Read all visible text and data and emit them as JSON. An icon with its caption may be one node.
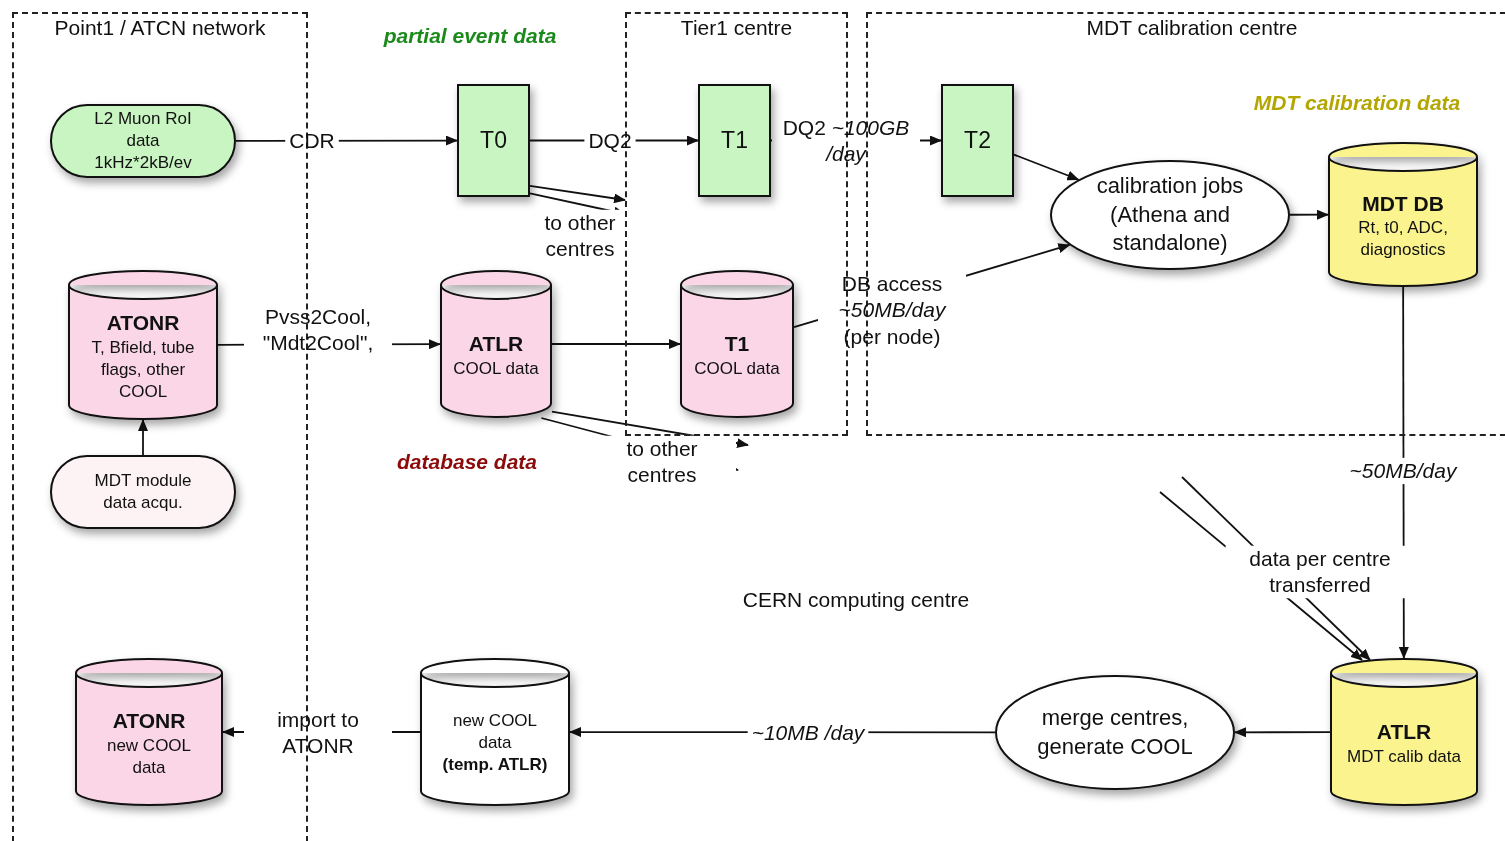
{
  "diagram": {
    "nodes": [
      {
        "text": [
          "Point1 / ATCN network"
        ]
      },
      {
        "text": [
          "Tier1 centre"
        ]
      },
      {
        "text": [
          "MDT calibration centre"
        ]
      },
      {
        "text": [
          "L2 Muon RoI data 1kHz*2kB/ev"
        ],
        "in": 0
      },
      {
        "text": [
          "T0"
        ]
      },
      {
        "text": [
          "T1"
        ],
        "in": 1
      },
      {
        "text": [
          "T2"
        ],
        "in": 2
      },
      {
        "text": [
          "calibration jobs (Athena and standalone)"
        ],
        "in": 2
      },
      {
        "text": [
          "MDT DB",
          "Rt, t0, ADC, diagnostics"
        ],
        "in": 2
      },
      {
        "text": [
          "ATONR",
          "T, Bfield, tube flags, other COOL"
        ],
        "in": 0
      },
      {
        "text": [
          "ATLR",
          "COOL data"
        ]
      },
      {
        "text": [
          "T1",
          "COOL data"
        ],
        "in": 1
      },
      {
        "text": [
          "MDT module data acqu."
        ],
        "in": 0
      },
      {
        "text": [
          "ATONR",
          "new COOL data"
        ],
        "in": 0
      },
      {
        "text": [
          "new COOL data",
          "(temp. ATLR)"
        ]
      },
      {
        "text": [
          "merge centres, generate COOL"
        ]
      },
      {
        "text": [
          "ATLR",
          "MDT calib data"
        ]
      }
    ],
    "edges": [
      {
        "from": 3,
        "to": 4,
        "arrow": "to",
        "label": "CDR"
      },
      {
        "from": 4,
        "to": 5,
        "arrow": "to",
        "label": "DQ2"
      },
      {
        "from": 5,
        "to": 6,
        "arrow": "to",
        "label": "DQ2 *~100GB /day*"
      },
      {
        "from": 4,
        "to": 1,
        "arrow": "to",
        "label": "to other centres"
      },
      {
        "from": 4,
        "to": 1,
        "arrow": "to"
      },
      {
        "from": 10,
        "to": 1,
        "arrow": "to",
        "label": "to other centres"
      },
      {
        "from": 10,
        "to": 1,
        "arrow": "to"
      },
      {
        "from": 6,
        "to": 7,
        "arrow": "to"
      },
      {
        "from": 11,
        "to": 7,
        "arrow": "to",
        "label": "DB access *~50MB/day* (per node)"
      },
      {
        "from": 7,
        "to": 8,
        "arrow": "to"
      },
      {
        "from": 9,
        "to": 10,
        "arrow": "to",
        "label": "Pvss2Cool, \"Mdt2Cool\","
      },
      {
        "from": 10,
        "to": 11,
        "arrow": "to"
      },
      {
        "from": 12,
        "to": 9,
        "arrow": "to"
      },
      {
        "from": 8,
        "to": 16,
        "arrow": "to",
        "label": "*~50MB/day*"
      },
      {
        "from": null,
        "to": 16,
        "arrow": "to",
        "label": "data per centre transferred"
      },
      {
        "from": null,
        "to": 16,
        "arrow": "to"
      },
      {
        "from": 16,
        "to": 15,
        "arrow": "to"
      },
      {
        "from": 15,
        "to": 14,
        "arrow": "to",
        "label": "*~10MB /day*"
      },
      {
        "from": 14,
        "to": 13,
        "arrow": "to",
        "label": "import to ATONR"
      }
    ],
    "labels": [
      "partial event data",
      "MDT calibration data",
      "database data",
      "CERN computing centre"
    ]
  }
}
